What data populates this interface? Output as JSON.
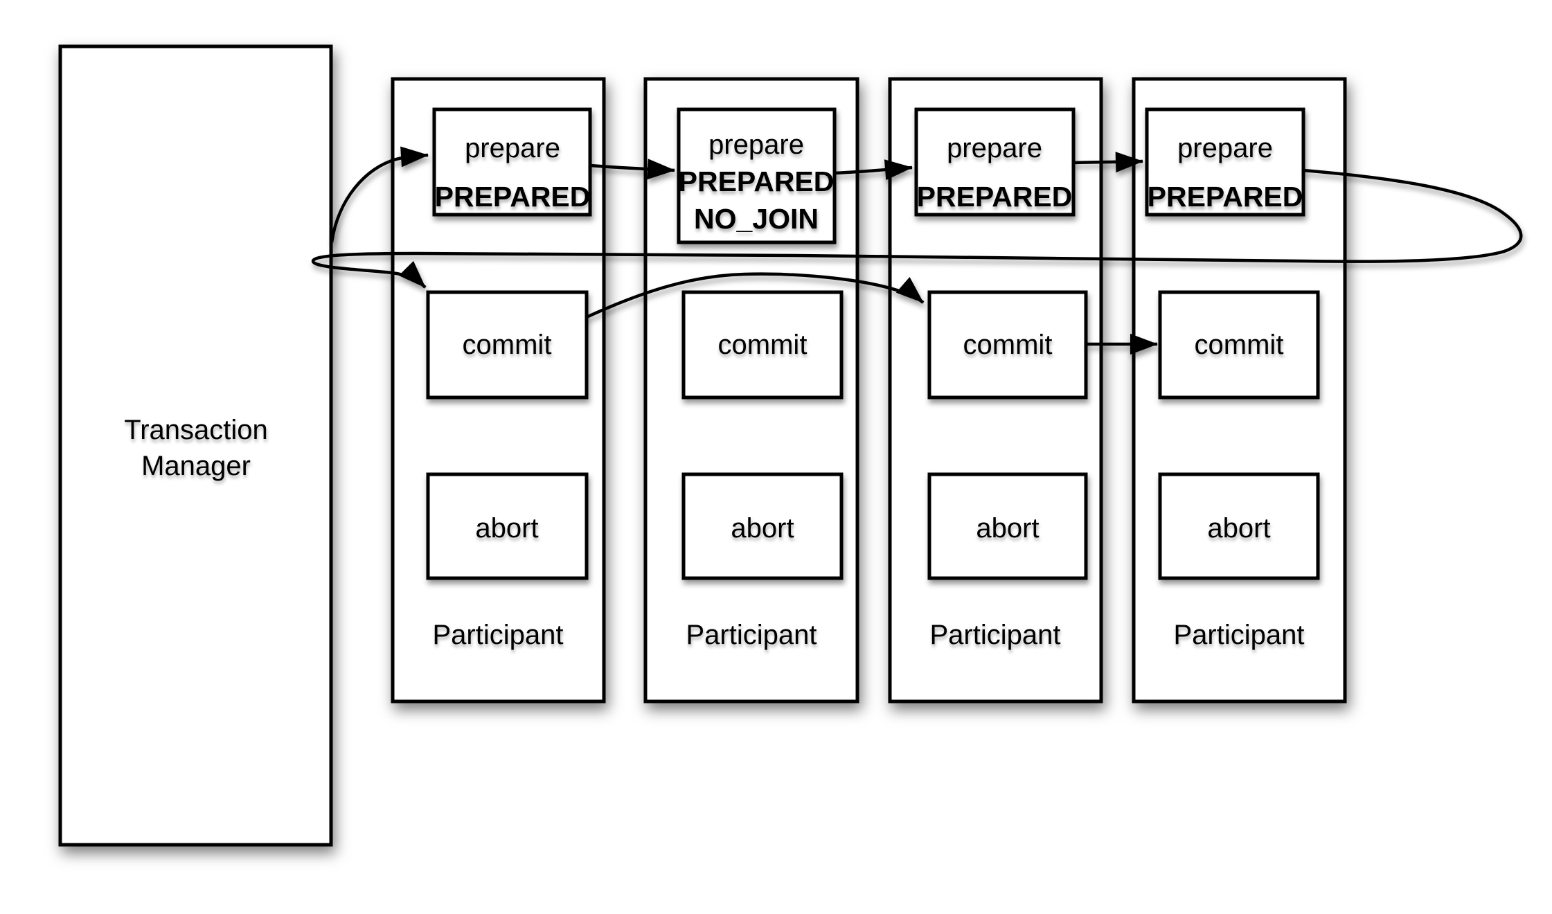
{
  "diagram": {
    "type": "two-phase-commit-flow",
    "colors": {
      "line": "#000000",
      "box_fill": "#ffffff",
      "background": "#ffffff"
    },
    "transaction_manager": {
      "label": [
        "Transaction",
        "Manager"
      ]
    },
    "participants": [
      {
        "label": "Participant",
        "prepare_action": "prepare",
        "prepare_states": [
          "PREPARED"
        ],
        "commit_action": "commit",
        "abort_action": "abort"
      },
      {
        "label": "Participant",
        "prepare_action": "prepare",
        "prepare_states": [
          "PREPARED",
          "NO_JOIN"
        ],
        "commit_action": "commit",
        "abort_action": "abort"
      },
      {
        "label": "Participant",
        "prepare_action": "prepare",
        "prepare_states": [
          "PREPARED"
        ],
        "commit_action": "commit",
        "abort_action": "abort"
      },
      {
        "label": "Participant",
        "prepare_action": "prepare",
        "prepare_states": [
          "PREPARED"
        ],
        "commit_action": "commit",
        "abort_action": "abort"
      }
    ],
    "edges": [
      {
        "from": "transaction-manager",
        "to": "participant-1-prepare",
        "style": "curved-arrow"
      },
      {
        "from": "participant-1-prepare",
        "to": "participant-2-prepare",
        "style": "arrow"
      },
      {
        "from": "participant-2-prepare",
        "to": "participant-3-prepare",
        "style": "arrow"
      },
      {
        "from": "participant-3-prepare",
        "to": "participant-4-prepare",
        "style": "arrow"
      },
      {
        "from": "participant-4-prepare",
        "to": "participant-1-commit",
        "style": "long-loop-right-then-back-left"
      },
      {
        "from": "participant-1-commit",
        "to": "participant-3-commit",
        "style": "arc-over-participant-2"
      },
      {
        "from": "participant-3-commit",
        "to": "participant-4-commit",
        "style": "arrow"
      }
    ]
  }
}
